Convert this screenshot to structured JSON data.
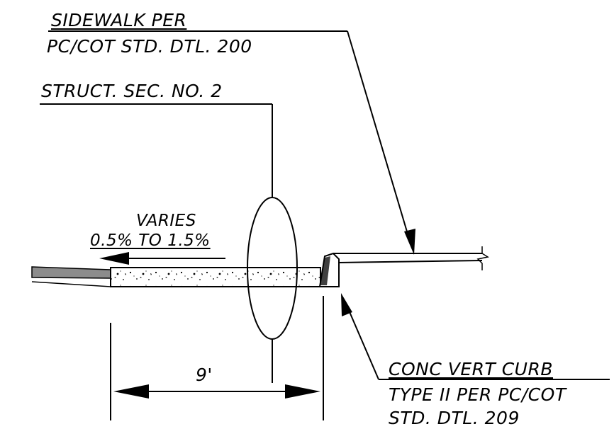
{
  "callouts": {
    "sidewalk": {
      "line1": "SIDEWALK PER",
      "line2": "PC/COT STD. DTL. 200"
    },
    "structural_section": {
      "line1": "STRUCT. SEC. NO. 2"
    },
    "slope": {
      "line1": "VARIES",
      "line2": "0.5% TO 1.5%"
    },
    "curb": {
      "line1": "CONC VERT CURB",
      "line2": "TYPE II PER PC/COT",
      "line3": "STD. DTL. 209"
    }
  },
  "dimension": {
    "label": "9'"
  },
  "colors": {
    "linework": "#000000",
    "background": "#ffffff",
    "pavement_fill": "#8c8c8c"
  }
}
